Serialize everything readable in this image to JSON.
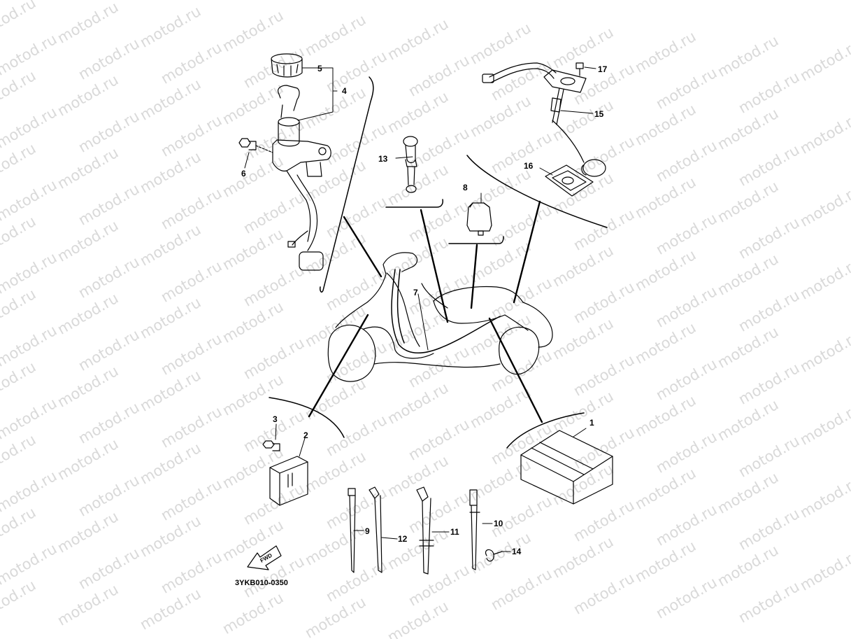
{
  "watermark": {
    "text": "motod.ru"
  },
  "diagram": {
    "part_code": "3YKB010-0350",
    "fwd_label": "FWD",
    "callouts": {
      "c1": "1",
      "c2": "2",
      "c3": "3",
      "c4": "4",
      "c5": "5",
      "c6": "6",
      "c7": "7",
      "c8": "8",
      "c9": "9",
      "c10": "10",
      "c11": "11",
      "c12": "12",
      "c13": "13",
      "c14": "14",
      "c15": "15",
      "c16": "16",
      "c17": "17"
    }
  },
  "colors": {
    "line": "#000000",
    "watermark": "#d9d9d9",
    "background": "#ffffff"
  }
}
